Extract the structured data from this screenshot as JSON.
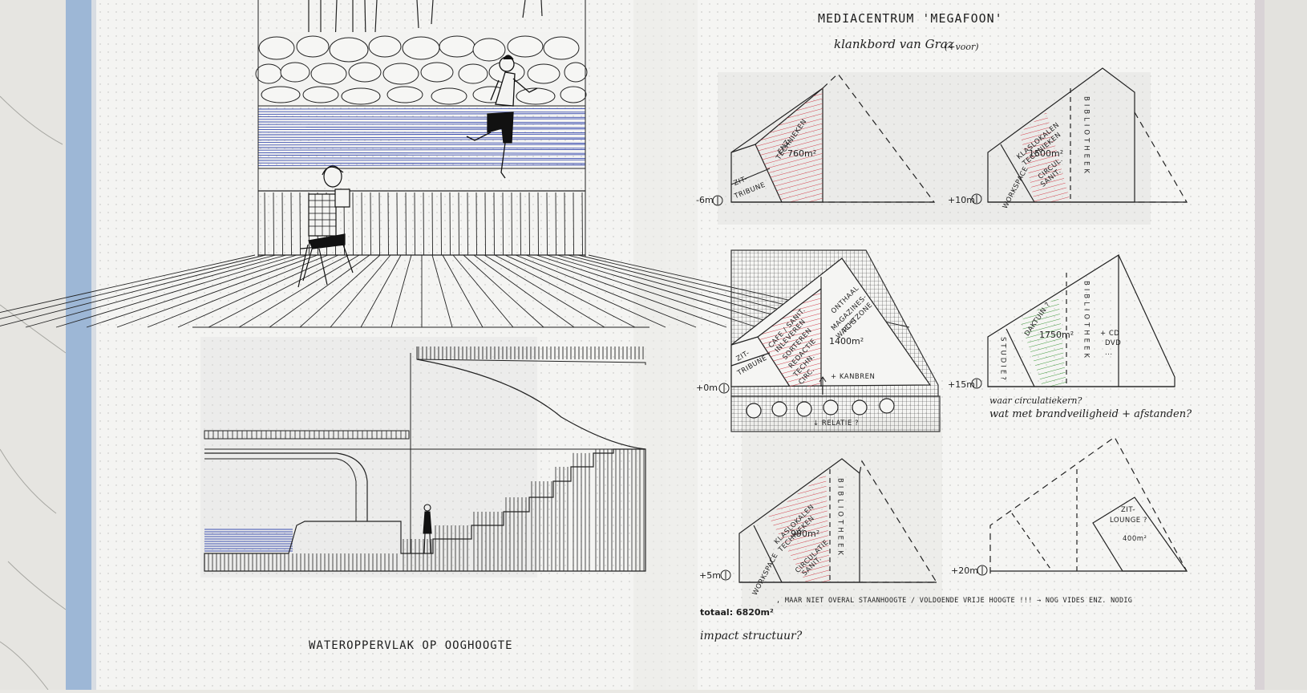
{
  "left_page": {
    "caption": "WATEROPPERVLAK OP OOGHOOGTE"
  },
  "right_page": {
    "title": "MEDIACENTRUM 'MEGAFOON'",
    "subtitle": "klankbord van Graz",
    "subtitle_note": "(+voor)",
    "diagrams": {
      "level_minus6": {
        "level": "-6m",
        "zones": [
          "ZIT-",
          "TRIBUNE"
        ],
        "program": [
          "TECHNIEKEN",
          "ENZ."
        ],
        "area": "760m²"
      },
      "level_plus10": {
        "level": "+10m",
        "side": "WORKSPACE",
        "program": [
          "KLASLOKALEN",
          "TECHNIEKEN"
        ],
        "area": "1500m²",
        "program2": [
          "CIRCUL.",
          "SANIT."
        ],
        "vertical": "BIBLIOTHEEK"
      },
      "level_0": {
        "level": "+0m",
        "zones": [
          "ZIT-",
          "TRIBUNE"
        ],
        "program": [
          "CAFE / SANIT.",
          "INLEVEREN",
          "SORTEREN",
          "REDACTIE",
          "TECHN.",
          "CIRC."
        ],
        "program2": [
          "ONTHAAL",
          "MAGAZINES-",
          "WACHTZONE",
          "PC'S"
        ],
        "area": "1400m²",
        "note_arrow": "+ KANBREN",
        "relation": "↓ RELATIE ?"
      },
      "level_plus15": {
        "level": "+15m",
        "side": "STUDIE?",
        "program": [
          "DAKTUIN ?"
        ],
        "area": "1750m²",
        "vertical": "BIBLIOTHEEK",
        "extra": [
          "+ CD",
          "DVD",
          "..."
        ],
        "question1": "waar circulatiekern?",
        "question2": "wat met brandveiligheid + afstanden?"
      },
      "level_plus5": {
        "level": "+5m",
        "side": "WORKSPACE",
        "program": [
          "KLASLOKALEN",
          "TECHNIEKEN"
        ],
        "area": "990m²",
        "program2": [
          "CIRCULATIE",
          "SANIT."
        ],
        "vertical": "BIBLIOTHEEK"
      },
      "level_plus20": {
        "level": "+20m",
        "program": [
          "ZIT-",
          "LOUNGE ?"
        ],
        "area": "400m²"
      }
    },
    "total_bold": "totaal: 6820m²",
    "total_note": ", MAAR NIET OVERAL STAANHOOGTE / VOLDOENDE VRIJE HOOGTE !!! → NOG VIDES ENZ. NODIG",
    "impact": "impact structuur?"
  },
  "colors": {
    "paper": "#f4f4f2",
    "ink": "#1e1e1e",
    "water_blue": "#3d4fb0",
    "hatch_red": "#d2404d",
    "hatch_green": "#3f9a3c",
    "cover_blue": "#9db7d6"
  }
}
